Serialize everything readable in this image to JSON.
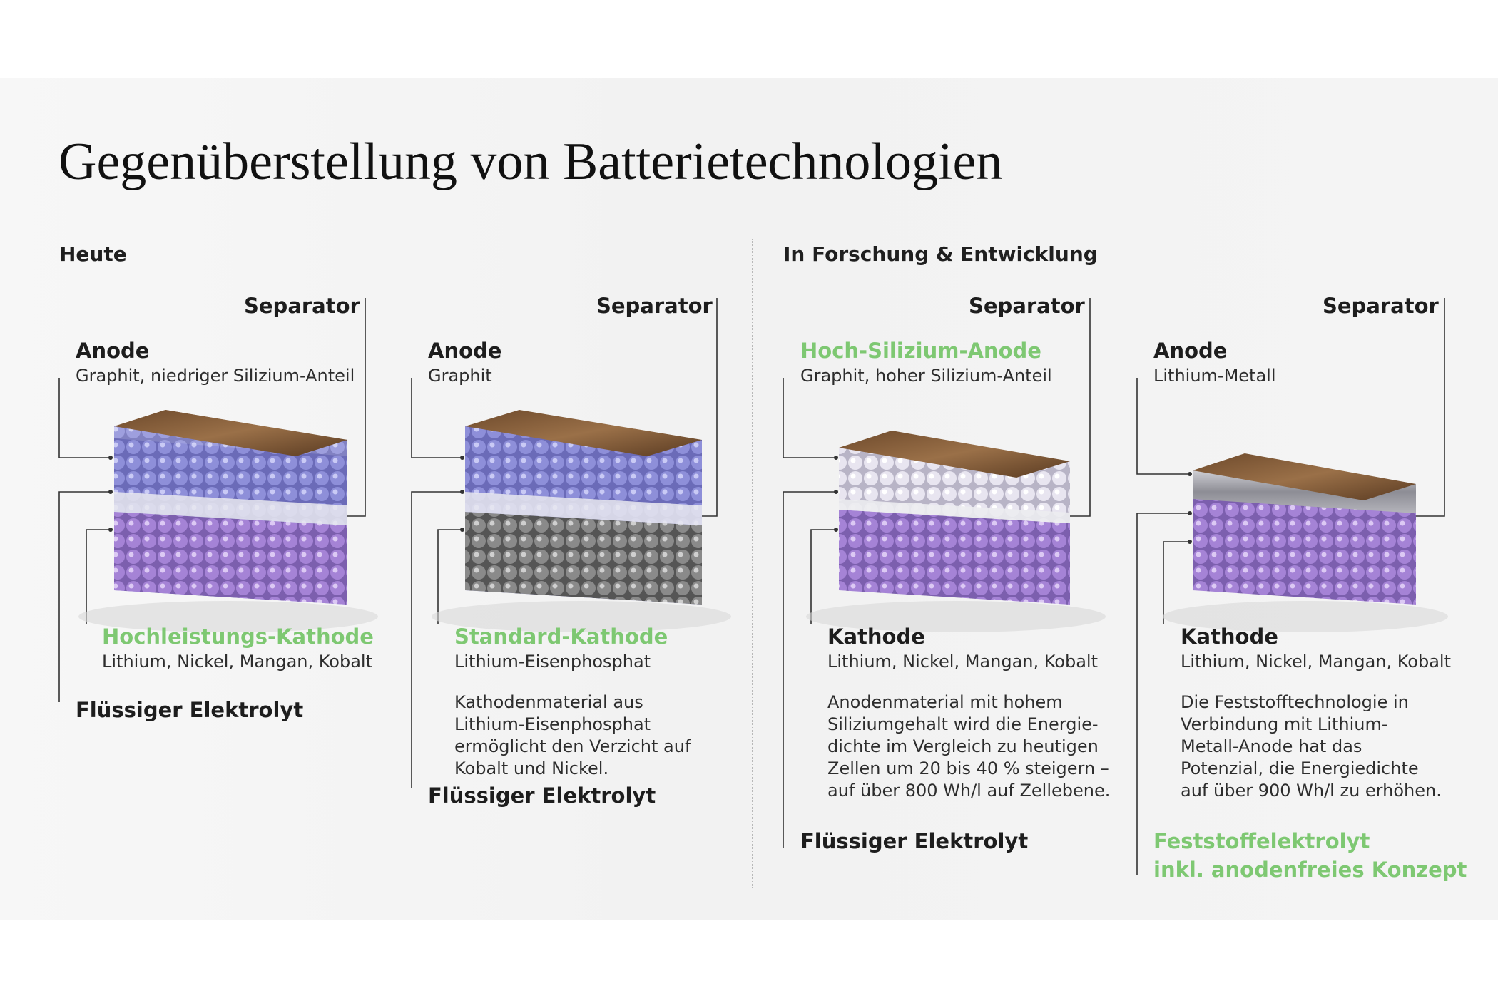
{
  "title": "Gegenüberstellung von Batterietechnologien",
  "sections": {
    "today": "Heute",
    "research": "In Forschung & Entwicklung"
  },
  "columns": [
    {
      "separator": "Separator",
      "anode": {
        "label": "Anode",
        "sub": "Graphit, niedriger Silizium-Anteil",
        "highlight": false
      },
      "cathode": {
        "label": "Hochleistungs-Kathode",
        "sub": "Lithium, Nickel, Mangan, Kobalt",
        "highlight": true
      },
      "description": "",
      "electrolyte": [
        "Flüssiger Elektrolyt"
      ],
      "electrolyte_highlight": false,
      "layers": {
        "top": "#8f8fd6",
        "bottom": "#a07fcf"
      }
    },
    {
      "separator": "Separator",
      "anode": {
        "label": "Anode",
        "sub": "Graphit",
        "highlight": false
      },
      "cathode": {
        "label": "Standard-Kathode",
        "sub": "Lithium-Eisenphosphat",
        "highlight": true
      },
      "description": "Kathodenmaterial aus Lithium-Eisenphosphat ermöglicht den Verzicht auf Kobalt und Nickel.",
      "electrolyte": [
        "Flüssiger Elektrolyt"
      ],
      "electrolyte_highlight": false,
      "layers": {
        "top": "#8f8fd6",
        "bottom": "#8a8a8a"
      }
    },
    {
      "separator": "Separator",
      "anode": {
        "label": "Hoch-Silizium-Anode",
        "sub": "Graphit, hoher Silizium-Anteil",
        "highlight": true
      },
      "cathode": {
        "label": "Kathode",
        "sub": "Lithium, Nickel, Mangan, Kobalt",
        "highlight": false
      },
      "description": "Anodenmaterial mit hohem Siliziumgehalt wird die Energie-dichte im Vergleich zu heutigen Zellen um 20 bis 40 % steigern – auf über 800 Wh/l auf Zellebene.",
      "electrolyte": [
        "Flüssiger Elektrolyt"
      ],
      "electrolyte_highlight": false,
      "layers": {
        "top": "#e4e0ee",
        "bottom": "#a07fcf"
      }
    },
    {
      "separator": "Separator",
      "anode": {
        "label": "Anode",
        "sub": "Lithium-Metall",
        "highlight": false
      },
      "cathode": {
        "label": "Kathode",
        "sub": "Lithium, Nickel, Mangan, Kobalt",
        "highlight": false
      },
      "description": "Die Feststofftechnologie in Verbindung mit Lithium-Metall-Anode hat das Potenzial, die Energiedichte auf über 900 Wh/l zu erhöhen.",
      "electrolyte": [
        "Feststoffelektrolyt",
        "inkl. anodenfreies Konzept"
      ],
      "electrolyte_highlight": true,
      "layers": {
        "top": "#9a9aa0",
        "bottom": "#a07fcf"
      }
    }
  ]
}
